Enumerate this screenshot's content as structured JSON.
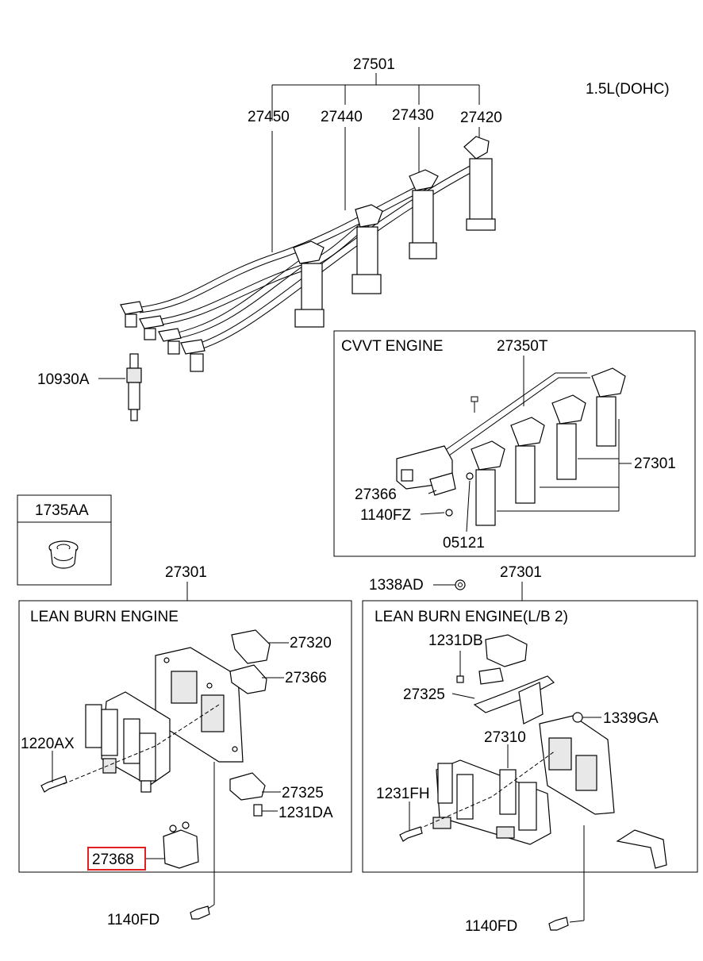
{
  "engine_label": "1.5L(DOHC)",
  "sections": {
    "cvvt": "CVVT ENGINE",
    "lean_burn": "LEAN BURN ENGINE",
    "lean_burn_lb2": "LEAN BURN ENGINE(L/B 2)"
  },
  "parts": {
    "p27501": "27501",
    "p27450": "27450",
    "p27440": "27440",
    "p27430": "27430",
    "p27420": "27420",
    "p10930A": "10930A",
    "p27350T": "27350T",
    "p27301_cvvt": "27301",
    "p27366_cvvt": "27366",
    "p1140FZ": "1140FZ",
    "p05121": "05121",
    "p1735AA": "1735AA",
    "p27301_lean": "27301",
    "p27320": "27320",
    "p27366_lean": "27366",
    "p1220AX": "1220AX",
    "p27325_lean": "27325",
    "p1231DA": "1231DA",
    "p27368": "27368",
    "p1140FD_left": "1140FD",
    "p1338AD": "1338AD",
    "p27301_lb2": "27301",
    "p1231DB": "1231DB",
    "p27325_lb2": "27325",
    "p1339GA": "1339GA",
    "p27310": "27310",
    "p1231FH": "1231FH",
    "p1140FD_right": "1140FD"
  },
  "highlight": {
    "part": "27368",
    "color": "#e02020"
  }
}
